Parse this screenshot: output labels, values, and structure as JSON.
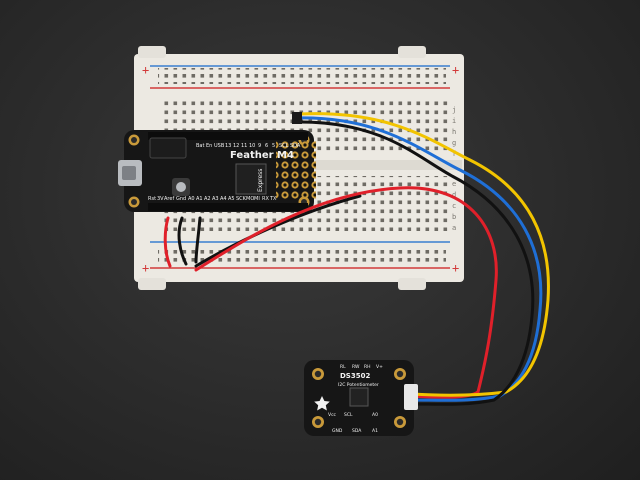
{
  "feather": {
    "title": "Feather M4",
    "subtitle": "Express",
    "top_pins": [
      "Bat",
      "En",
      "USB",
      "13",
      "12",
      "11",
      "10",
      "9",
      "6",
      "5",
      "SCL",
      "SDA"
    ],
    "bottom_pins": [
      "Rst",
      "3V",
      "Aref",
      "Gnd",
      "A0",
      "A1",
      "A2",
      "A3",
      "A4",
      "A5",
      "SCK",
      "MO",
      "MI",
      "RX",
      "TX"
    ]
  },
  "breakout": {
    "title": "DS3502",
    "subtitle": "I2C Potentiometer",
    "top_pins": [
      "RL",
      "RW",
      "RH",
      "V+"
    ],
    "bottom_pins": [
      "Vcc",
      "SCL",
      "A0",
      "GND",
      "SDA",
      "A1"
    ]
  },
  "breadboard": {
    "rail_plus": "+",
    "rail_minus": "-",
    "row_letters_top": [
      "j",
      "i",
      "h",
      "g",
      "f"
    ],
    "row_letters_bottom": [
      "e",
      "d",
      "c",
      "b",
      "a"
    ]
  },
  "colors": {
    "wire_red": "#e0202a",
    "wire_blue": "#1f6fd6",
    "wire_yellow": "#f2c400",
    "wire_black": "#111111",
    "board_black": "#161616",
    "breadboard": "#ece9e2",
    "header_gold": "#c99a3a"
  }
}
